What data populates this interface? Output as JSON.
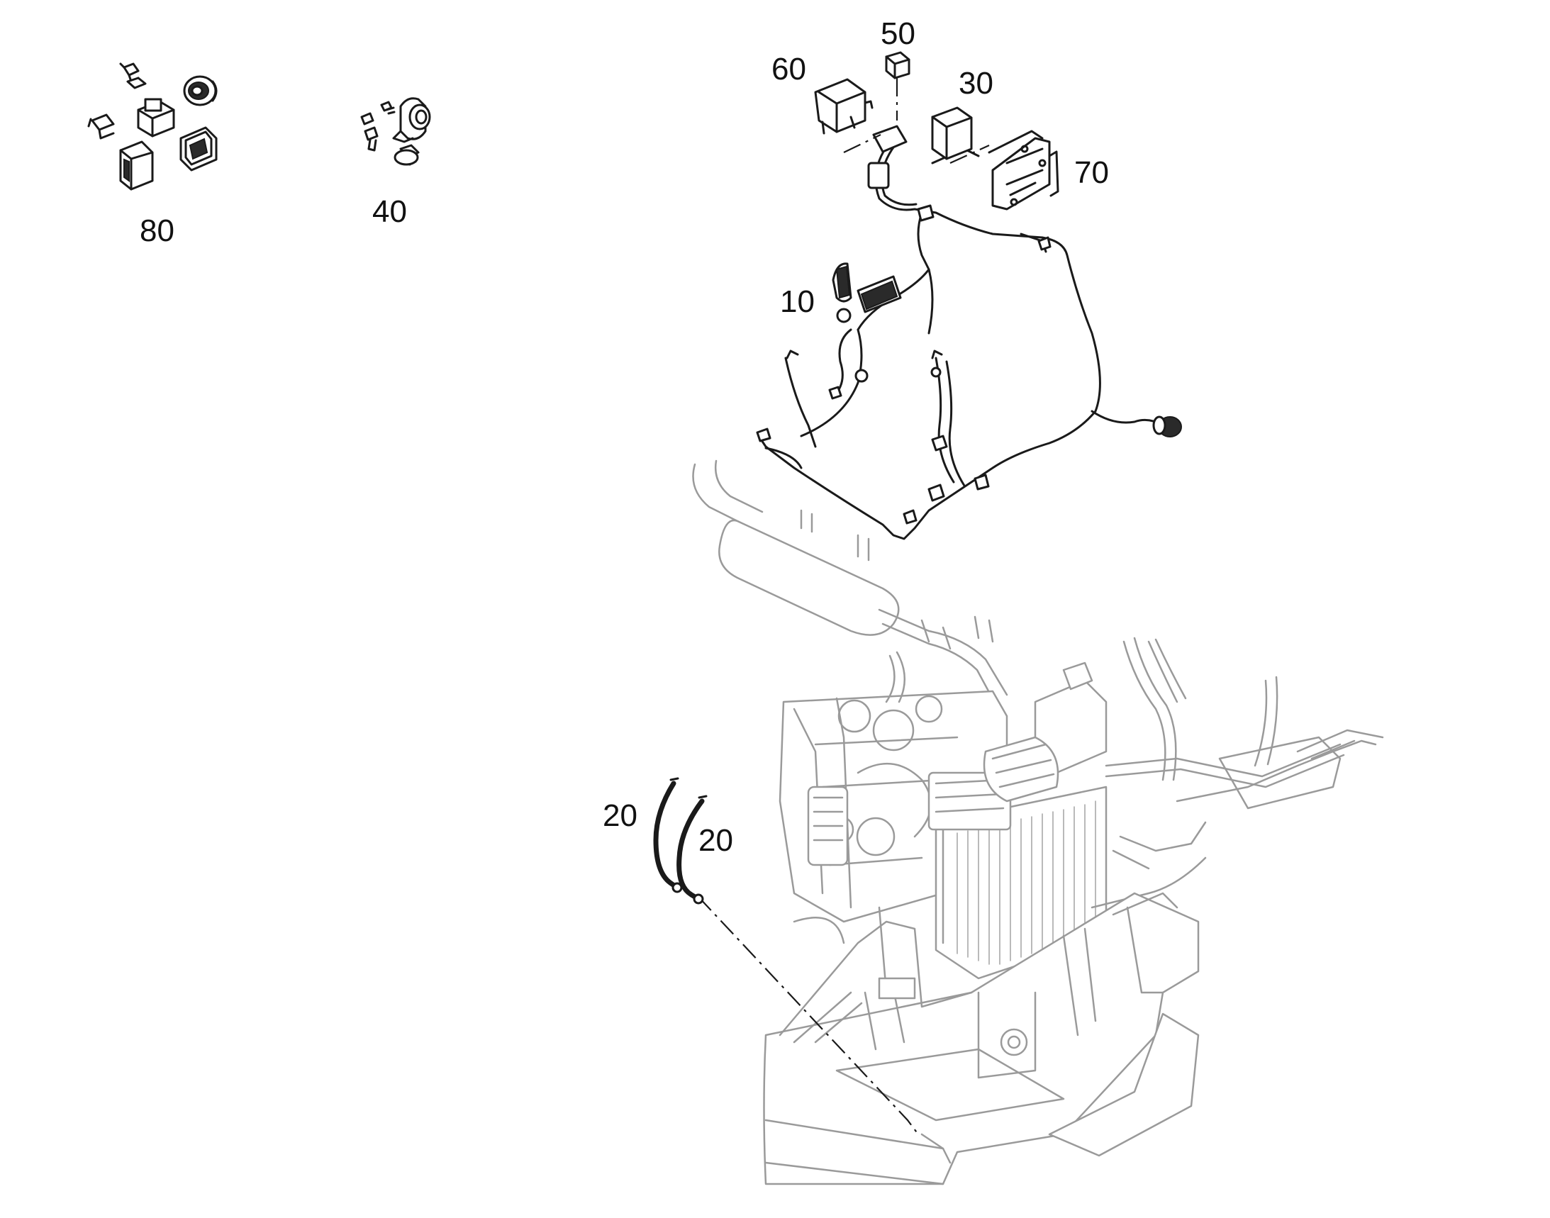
{
  "diagram": {
    "callouts": [
      {
        "id": "10",
        "label": "10"
      },
      {
        "id": "20a",
        "label": "20"
      },
      {
        "id": "20b",
        "label": "20"
      },
      {
        "id": "30",
        "label": "30"
      },
      {
        "id": "40",
        "label": "40"
      },
      {
        "id": "50",
        "label": "50"
      },
      {
        "id": "60",
        "label": "60"
      },
      {
        "id": "70",
        "label": "70"
      },
      {
        "id": "80",
        "label": "80"
      }
    ],
    "colors": {
      "line": "#1a1a1a",
      "background_assembly": "#9a9a9a",
      "page": "#ffffff"
    }
  }
}
